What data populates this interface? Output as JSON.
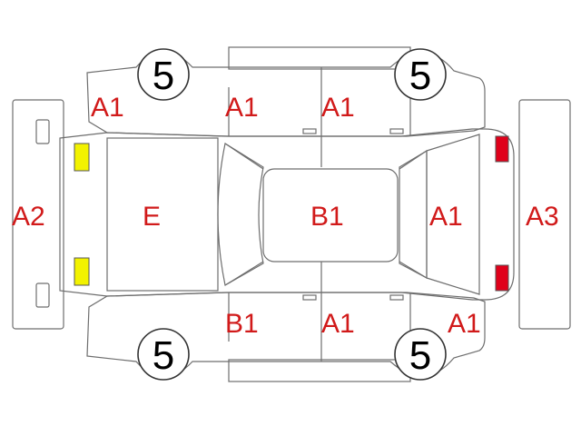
{
  "colors": {
    "damage_label": "#d11a1a",
    "front_lamp_fill": "#f2f200",
    "rear_lamp_fill": "#e0001a",
    "outline": "#6e6e6e"
  },
  "wheels": {
    "front_left": "5",
    "rear_left": "5",
    "front_right": "5",
    "rear_right": "5"
  },
  "labels": {
    "fender_front_upper": "A1",
    "door_front_upper": "A1",
    "door_rear_upper": "A1",
    "front_bumper": "A2",
    "hood": "E",
    "roof": "B1",
    "trunk": "A1",
    "rear_bumper": "A3",
    "door_front_lower": "B1",
    "door_rear_lower": "A1",
    "quarter_rear_lower": "A1"
  }
}
